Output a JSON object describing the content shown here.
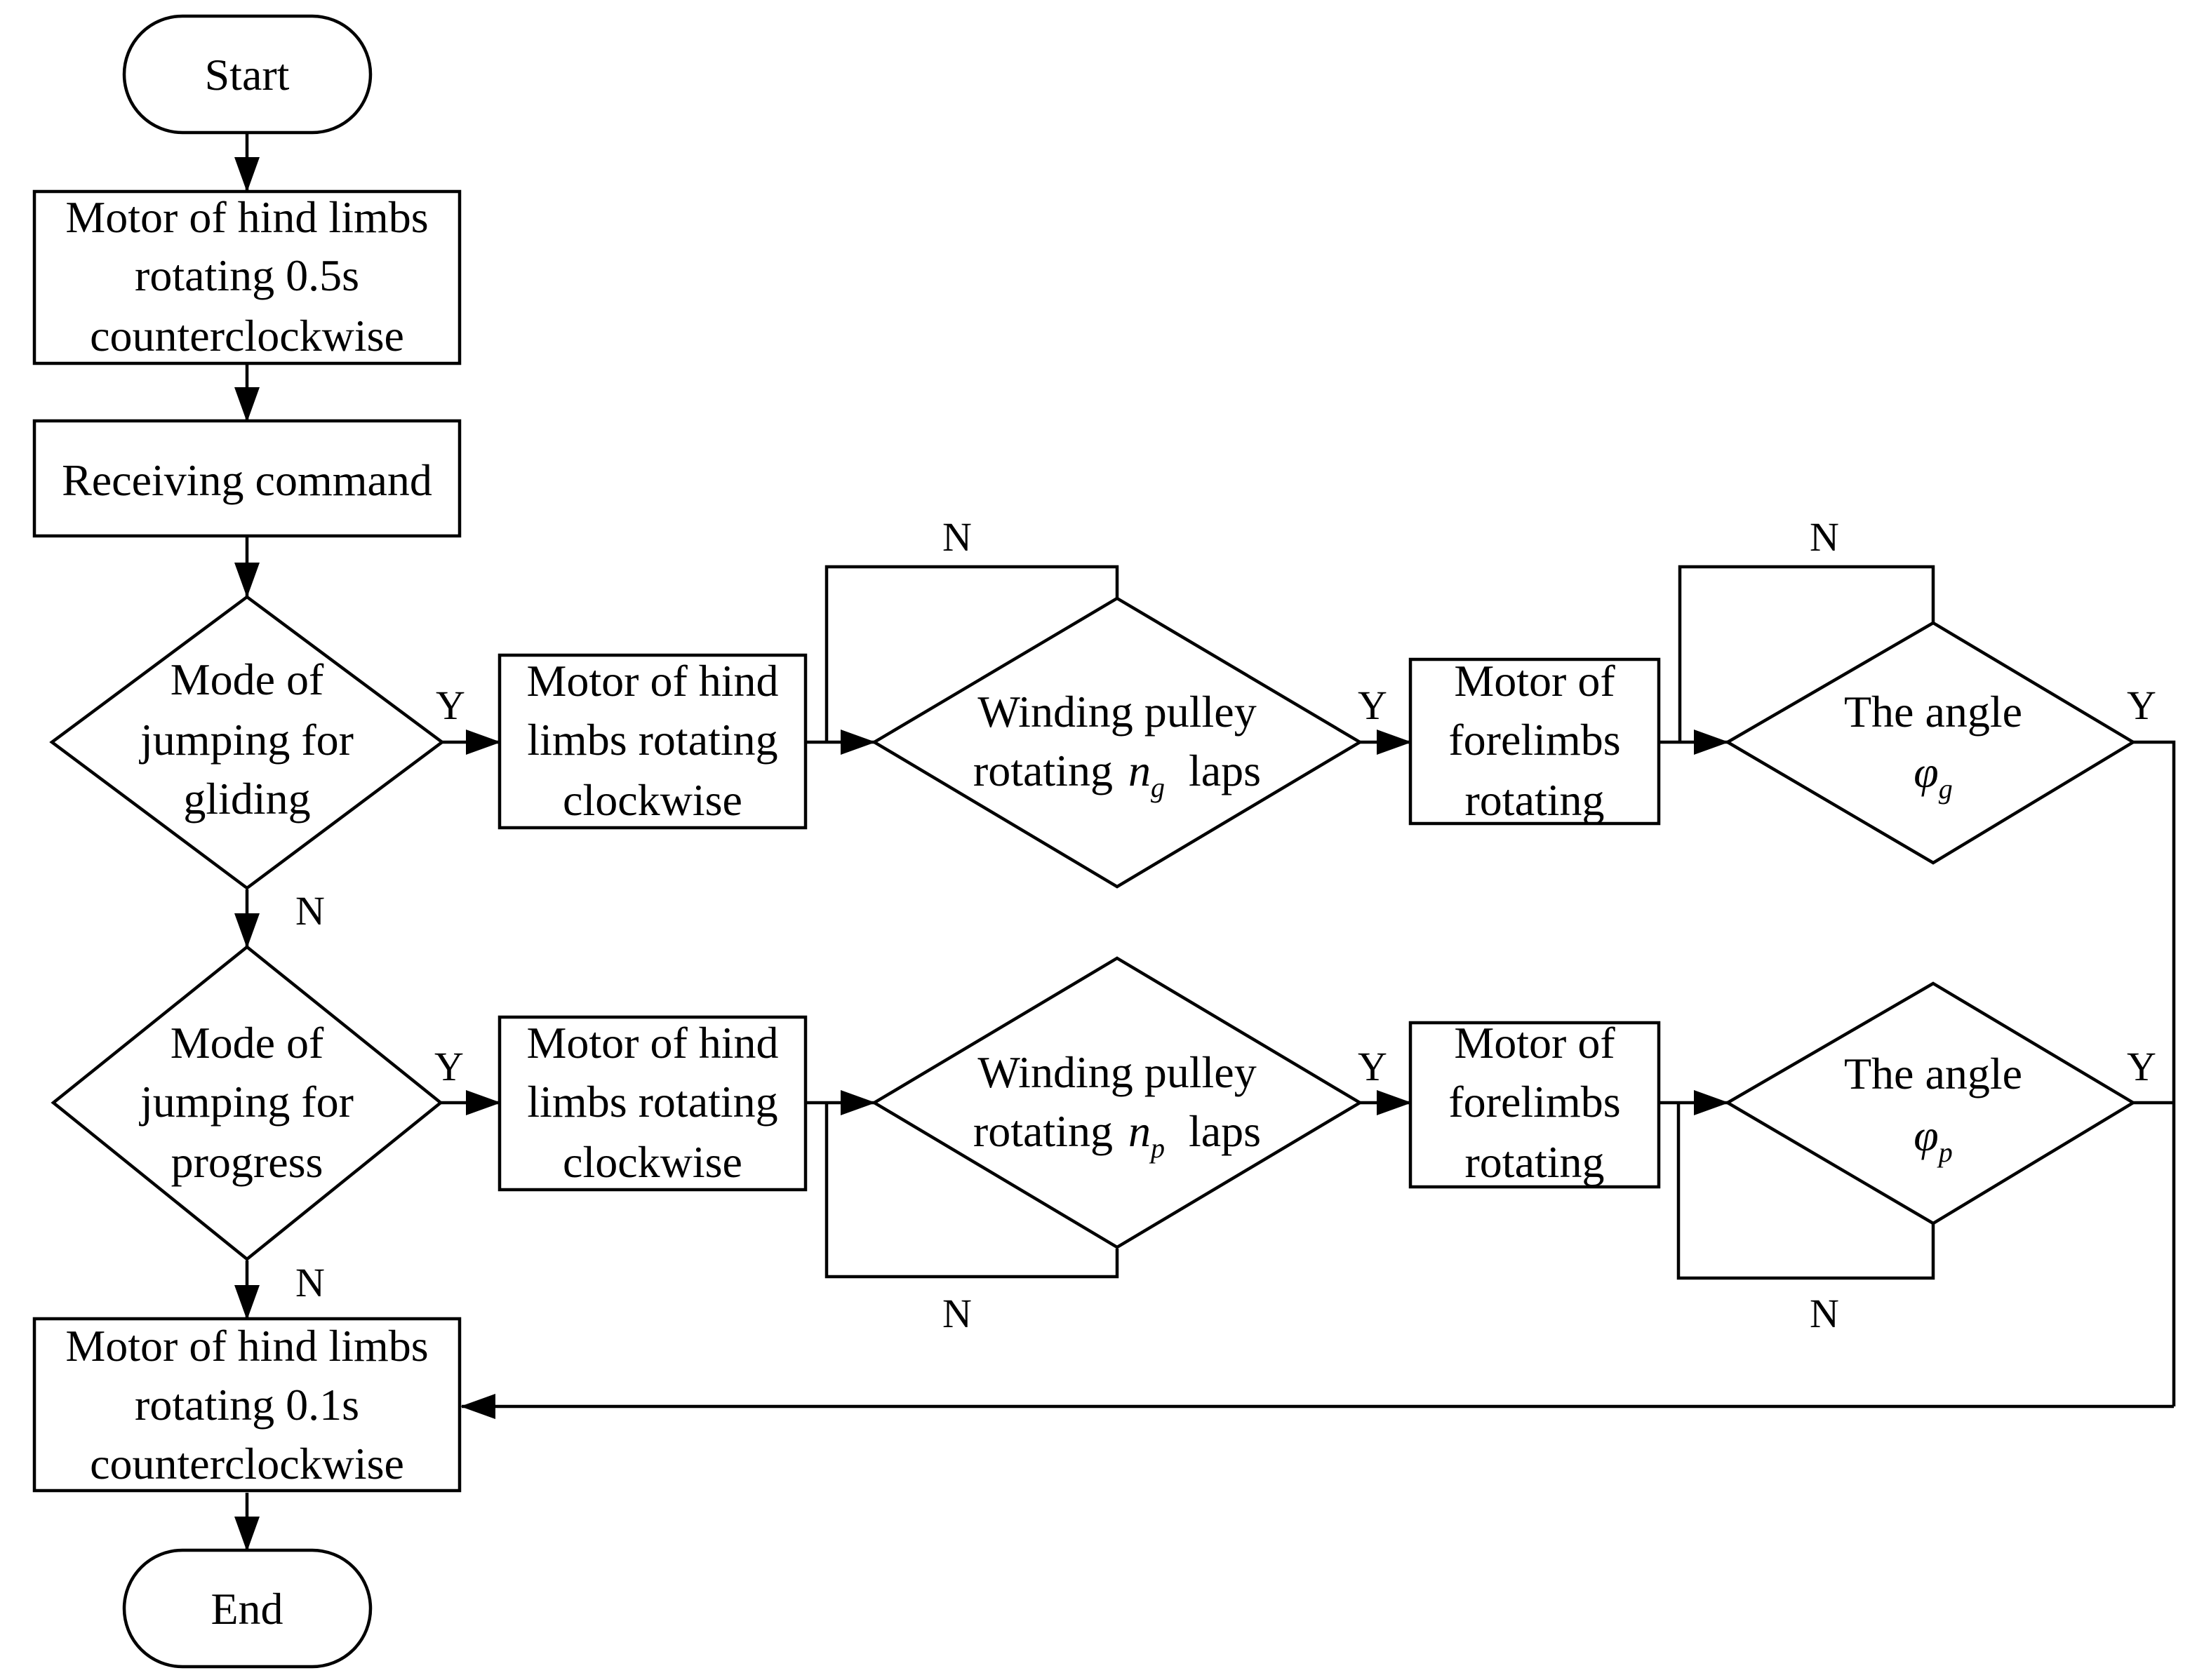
{
  "nodes": {
    "start": {
      "lines": [
        "Start"
      ]
    },
    "hind_05": {
      "lines": [
        "Motor of hind limbs",
        "rotating 0.5s",
        "counterclockwise"
      ]
    },
    "receiving": {
      "lines": [
        "Receiving command"
      ]
    },
    "mode_gliding": {
      "lines": [
        "Mode of",
        "jumping for",
        "gliding"
      ]
    },
    "hind_cw_top": {
      "lines": [
        "Motor of hind",
        "limbs rotating",
        "clockwise"
      ]
    },
    "pulley_top": {
      "line1": "Winding pulley",
      "prefix": "rotating",
      "symbol": "n",
      "subscript": "g",
      "suffix": "laps"
    },
    "fore_top": {
      "lines": [
        "Motor of",
        "forelimbs",
        "rotating"
      ]
    },
    "angle_top": {
      "line1": "The angle",
      "symbol": "φ",
      "subscript": "g"
    },
    "mode_progress": {
      "lines": [
        "Mode of",
        "jumping for",
        "progress"
      ]
    },
    "hind_cw_bottom": {
      "lines": [
        "Motor of hind",
        "limbs rotating",
        "clockwise"
      ]
    },
    "pulley_bottom": {
      "line1": "Winding pulley",
      "prefix": "rotating",
      "symbol": "n",
      "subscript": "p",
      "suffix": "laps"
    },
    "fore_bottom": {
      "lines": [
        "Motor of",
        "forelimbs",
        "rotating"
      ]
    },
    "angle_bottom": {
      "line1": "The angle",
      "symbol": "φ",
      "subscript": "p"
    },
    "hind_01": {
      "lines": [
        "Motor of hind limbs",
        "rotating 0.1s",
        "counterclockwise"
      ]
    },
    "end": {
      "lines": [
        "End"
      ]
    }
  },
  "edge_labels": {
    "yes": "Y",
    "no": "N"
  }
}
